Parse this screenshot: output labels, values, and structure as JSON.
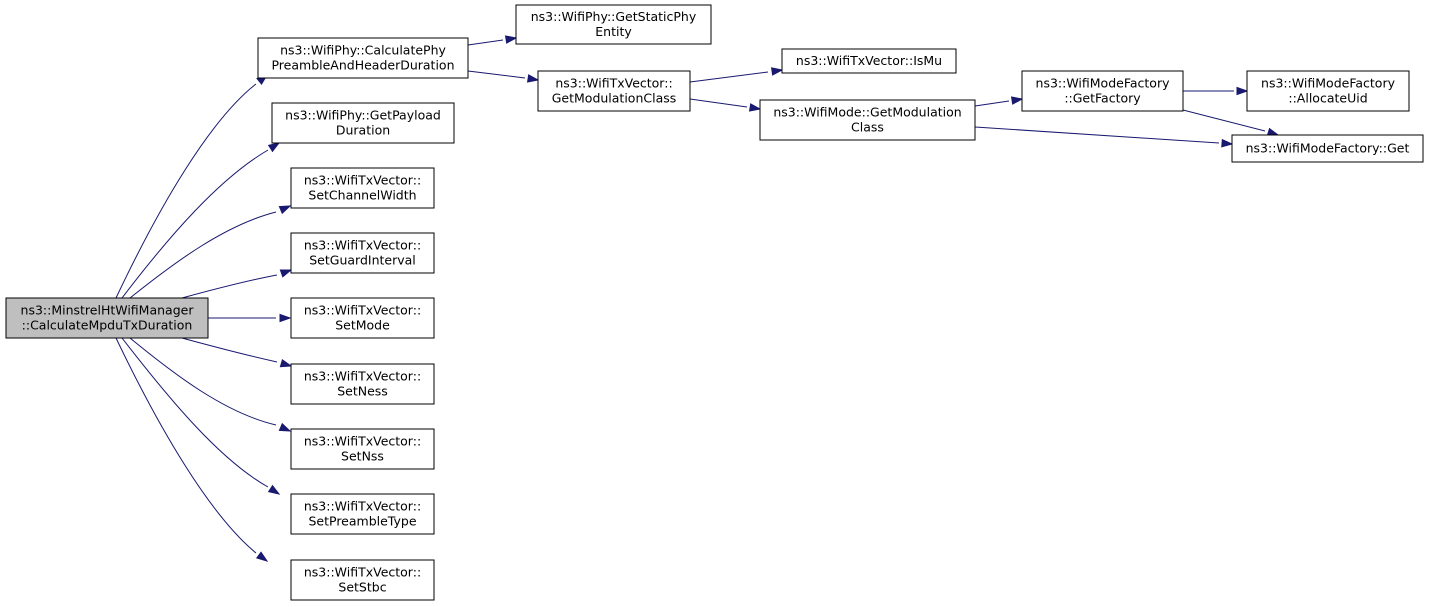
{
  "nodes": [
    {
      "id": "root",
      "lines": [
        "ns3::MinstrelHtWifiManager",
        "::CalculateMpduTxDuration"
      ],
      "root": true
    },
    {
      "id": "calcPhy",
      "lines": [
        "ns3::WifiPhy::CalculatePhy",
        "PreambleAndHeaderDuration"
      ]
    },
    {
      "id": "getPayload",
      "lines": [
        "ns3::WifiPhy::GetPayload",
        "Duration"
      ]
    },
    {
      "id": "setChannelWidth",
      "lines": [
        "ns3::WifiTxVector::",
        "SetChannelWidth"
      ]
    },
    {
      "id": "setGuardInterval",
      "lines": [
        "ns3::WifiTxVector::",
        "SetGuardInterval"
      ]
    },
    {
      "id": "setMode",
      "lines": [
        "ns3::WifiTxVector::",
        "SetMode"
      ]
    },
    {
      "id": "setNess",
      "lines": [
        "ns3::WifiTxVector::",
        "SetNess"
      ]
    },
    {
      "id": "setNss",
      "lines": [
        "ns3::WifiTxVector::",
        "SetNss"
      ]
    },
    {
      "id": "setPreambleType",
      "lines": [
        "ns3::WifiTxVector::",
        "SetPreambleType"
      ]
    },
    {
      "id": "setStbc",
      "lines": [
        "ns3::WifiTxVector::",
        "SetStbc"
      ]
    },
    {
      "id": "getStaticPhy",
      "lines": [
        "ns3::WifiPhy::GetStaticPhy",
        "Entity"
      ]
    },
    {
      "id": "getModClassTx",
      "lines": [
        "ns3::WifiTxVector::",
        "GetModulationClass"
      ]
    },
    {
      "id": "isMu",
      "lines": [
        "ns3::WifiTxVector::IsMu"
      ]
    },
    {
      "id": "getModClassMode",
      "lines": [
        "ns3::WifiMode::GetModulation",
        "Class"
      ]
    },
    {
      "id": "getFactory",
      "lines": [
        "ns3::WifiModeFactory",
        "::GetFactory"
      ]
    },
    {
      "id": "allocateUid",
      "lines": [
        "ns3::WifiModeFactory",
        "::AllocateUid"
      ]
    },
    {
      "id": "factoryGet",
      "lines": [
        "ns3::WifiModeFactory::Get"
      ]
    }
  ],
  "edges": [
    {
      "from": "root",
      "to": "calcPhy"
    },
    {
      "from": "root",
      "to": "getPayload"
    },
    {
      "from": "root",
      "to": "setChannelWidth"
    },
    {
      "from": "root",
      "to": "setGuardInterval"
    },
    {
      "from": "root",
      "to": "setMode"
    },
    {
      "from": "root",
      "to": "setNess"
    },
    {
      "from": "root",
      "to": "setNss"
    },
    {
      "from": "root",
      "to": "setPreambleType"
    },
    {
      "from": "root",
      "to": "setStbc"
    },
    {
      "from": "calcPhy",
      "to": "getStaticPhy"
    },
    {
      "from": "calcPhy",
      "to": "getModClassTx"
    },
    {
      "from": "getModClassTx",
      "to": "isMu"
    },
    {
      "from": "getModClassTx",
      "to": "getModClassMode"
    },
    {
      "from": "getModClassMode",
      "to": "getFactory"
    },
    {
      "from": "getModClassMode",
      "to": "factoryGet"
    },
    {
      "from": "getFactory",
      "to": "allocateUid"
    },
    {
      "from": "getFactory",
      "to": "factoryGet"
    }
  ],
  "colors": {
    "edge": "#191970",
    "root_fill": "#bfbfbf",
    "node_fill": "#ffffff",
    "border": "#000000"
  }
}
